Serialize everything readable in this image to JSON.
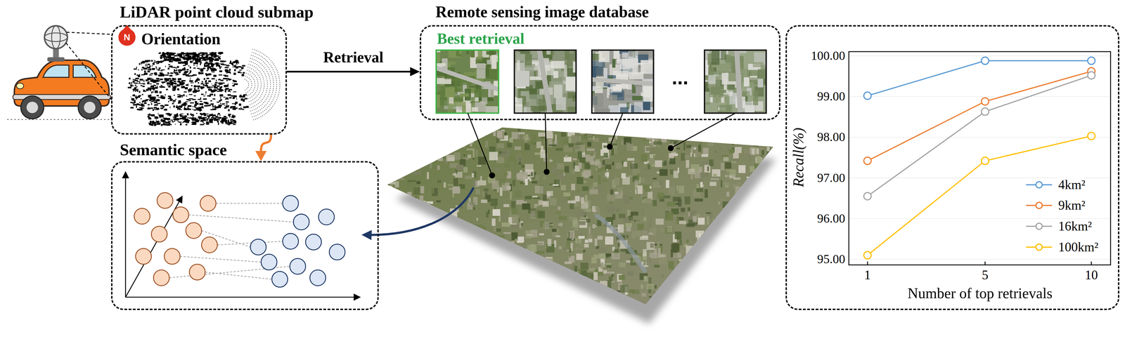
{
  "diagram": {
    "nodes": [
      {
        "text": [
          "LiDAR point cloud submap",
          "Orientation"
        ]
      },
      {
        "text": [
          "Remote sensing image database",
          "Best retrieval"
        ]
      },
      {
        "text": [
          "Semantic space"
        ]
      }
    ],
    "edges": [
      {
        "from": 0,
        "to": 1,
        "arrow": "to",
        "label": "Retrieval"
      },
      {
        "from": 0,
        "to": 2,
        "arrow": "to"
      }
    ],
    "labels": [
      "N",
      "...",
      "100.00",
      "99.00",
      "98.00",
      "97.00",
      "96.00",
      "95.00",
      "1",
      "5",
      "10",
      "Recall(%)",
      "Number of top retrievals"
    ],
    "legend": [
      {
        "text": "4km²",
        "color": "#5b9bd5"
      },
      {
        "text": "9km²",
        "color": "#ed7d31"
      },
      {
        "text": "16km²",
        "color": "#a5a5a5"
      },
      {
        "text": "100km²",
        "color": "#ffc000"
      }
    ]
  }
}
